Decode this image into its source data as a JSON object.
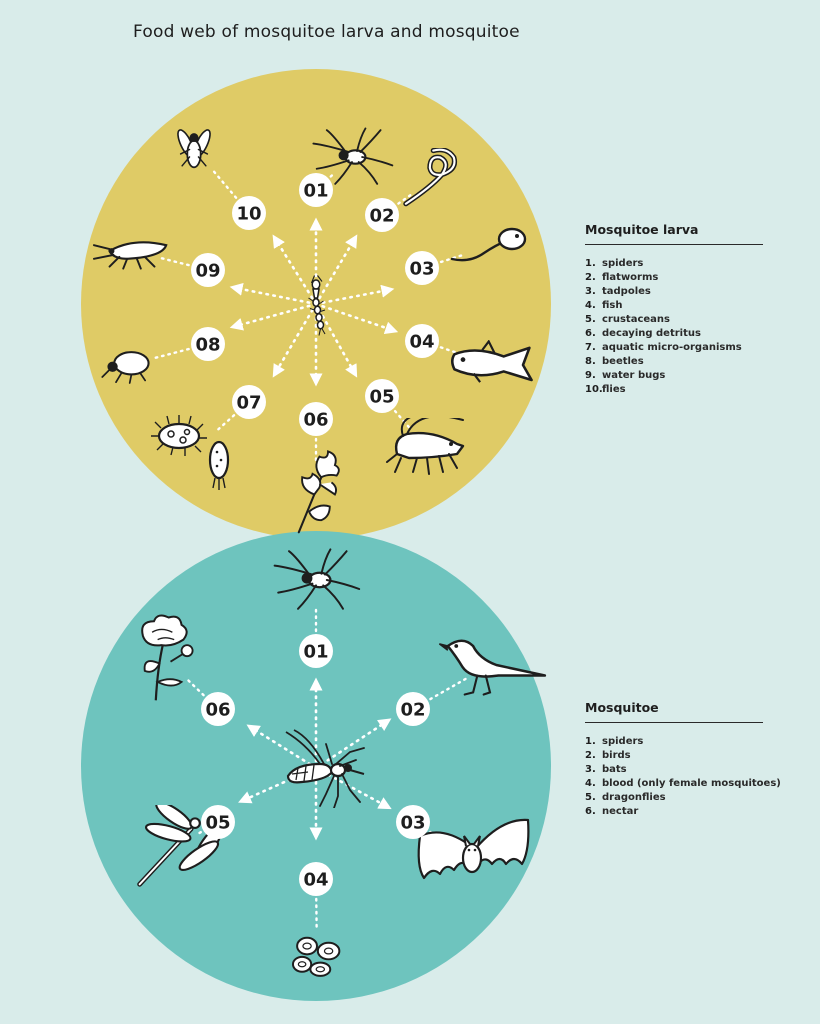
{
  "title": "Food web of mosquitoe larva and mosquitoe",
  "colors": {
    "background": "#d9ecea",
    "larva_circle": "#dfcb66",
    "mosquito_circle": "#6ec4be",
    "badge": "#ffffff",
    "ink": "#1e1e1e"
  },
  "larva": {
    "heading": "Mosquitoe larva",
    "center_icon": "mosquito-larva-icon",
    "nodes": [
      {
        "label": "01",
        "icon": "spider-icon"
      },
      {
        "label": "02",
        "icon": "flatworm-icon"
      },
      {
        "label": "03",
        "icon": "tadpole-icon"
      },
      {
        "label": "04",
        "icon": "fish-icon"
      },
      {
        "label": "05",
        "icon": "shrimp-icon"
      },
      {
        "label": "06",
        "icon": "leaf-icon"
      },
      {
        "label": "07",
        "icon": "microorganism-icon"
      },
      {
        "label": "08",
        "icon": "beetle-icon"
      },
      {
        "label": "09",
        "icon": "water-bug-icon"
      },
      {
        "label": "10",
        "icon": "fly-icon"
      }
    ],
    "legend": [
      {
        "num": "1.",
        "text": "spiders"
      },
      {
        "num": "2.",
        "text": "flatworms"
      },
      {
        "num": "3.",
        "text": "tadpoles"
      },
      {
        "num": "4.",
        "text": "fish"
      },
      {
        "num": "5.",
        "text": "crustaceans"
      },
      {
        "num": "6.",
        "text": "decaying detritus"
      },
      {
        "num": "7.",
        "text": "aquatic micro-organisms"
      },
      {
        "num": "8.",
        "text": "beetles"
      },
      {
        "num": "9.",
        "text": "water bugs"
      },
      {
        "num": "10.",
        "text": "flies"
      }
    ]
  },
  "mosquito": {
    "heading": "Mosquitoe",
    "center_icon": "mosquito-icon",
    "nodes": [
      {
        "label": "01",
        "icon": "spider-icon"
      },
      {
        "label": "02",
        "icon": "bird-icon"
      },
      {
        "label": "03",
        "icon": "bat-icon"
      },
      {
        "label": "04",
        "icon": "blood-cells-icon"
      },
      {
        "label": "05",
        "icon": "dragonfly-icon"
      },
      {
        "label": "06",
        "icon": "flower-icon"
      }
    ],
    "legend": [
      {
        "num": "1.",
        "text": "spiders"
      },
      {
        "num": "2.",
        "text": "birds"
      },
      {
        "num": "3.",
        "text": "bats"
      },
      {
        "num": "4.",
        "text": "blood (only female mosquitoes)"
      },
      {
        "num": "5.",
        "text": "dragonflies"
      },
      {
        "num": "6.",
        "text": "nectar"
      }
    ]
  }
}
